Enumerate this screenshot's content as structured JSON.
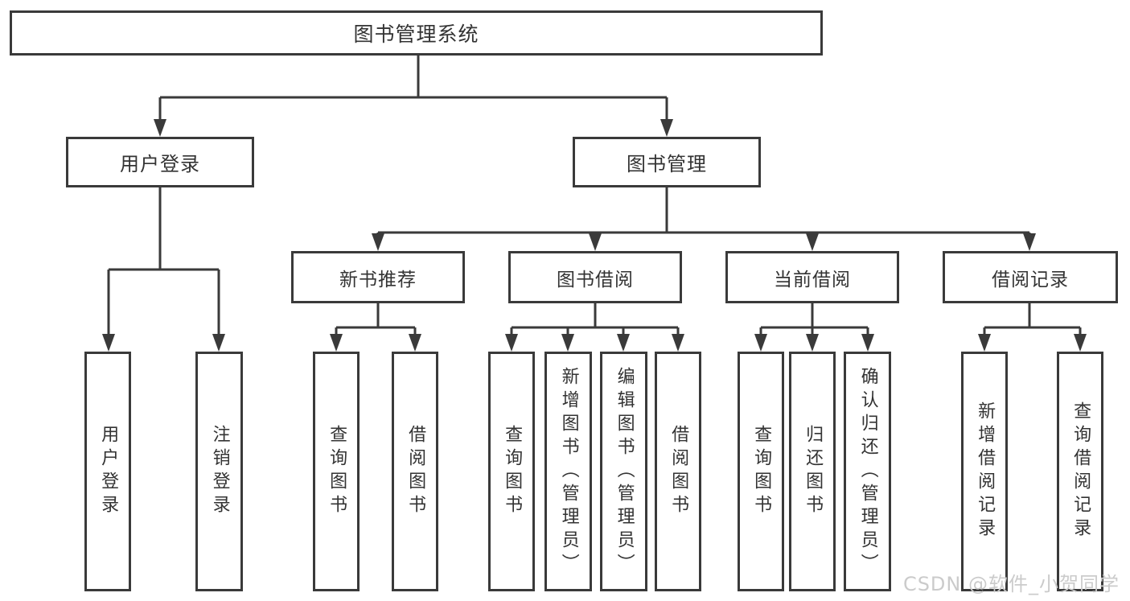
{
  "tree": {
    "root": {
      "label": "图书管理系统"
    },
    "branches": [
      {
        "label": "用户登录",
        "leaves": [
          "用户登录",
          "注销登录"
        ]
      },
      {
        "label": "图书管理",
        "groups": [
          {
            "label": "新书推荐",
            "leaves": [
              "查询图书",
              "借阅图书"
            ]
          },
          {
            "label": "图书借阅",
            "leaves": [
              "查询图书",
              "新增图书（管理员）",
              "编辑图书（管理员）",
              "借阅图书"
            ]
          },
          {
            "label": "当前借阅",
            "leaves": [
              "查询图书",
              "归还图书",
              "确认归还（管理员）"
            ]
          },
          {
            "label": "借阅记录",
            "leaves": [
              "新增借阅记录",
              "查询借阅记录"
            ]
          }
        ]
      }
    ]
  },
  "watermark": {
    "text": "CSDN @软件_小贺同学"
  },
  "colors": {
    "line": "#3a3a3a",
    "box_border": "#3a3a3a",
    "text": "#333333",
    "background": "#ffffff",
    "watermark": "#cbcbcb"
  }
}
